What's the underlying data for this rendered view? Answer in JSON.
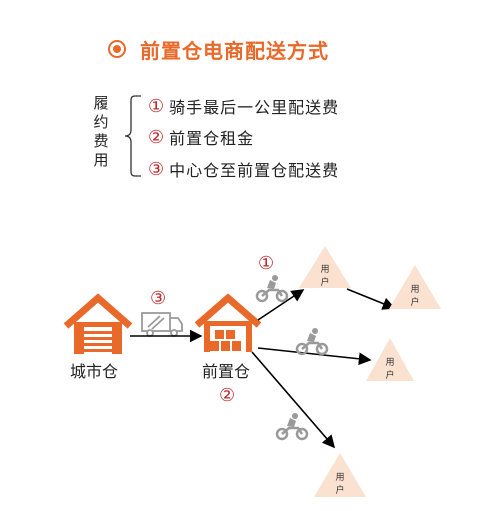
{
  "title": "前置仓电商配送方式",
  "fee_label_chars": [
    "履",
    "约",
    "费",
    "用"
  ],
  "fees": [
    {
      "num": "①",
      "text": "骑手最后一公里配送费"
    },
    {
      "num": "②",
      "text": "前置仓租金"
    },
    {
      "num": "③",
      "text": "中心仓至前置仓配送费"
    }
  ],
  "diagram": {
    "city_warehouse_label": "城市仓",
    "front_warehouse_label": "前置仓",
    "transport_marker": "③",
    "rent_marker": "②",
    "rider_marker": "①",
    "user_chars": [
      "用",
      "户"
    ],
    "colors": {
      "accent": "#e8692a",
      "marker": "#c0282d",
      "user_fill": "#fbe1cf",
      "icon_grey": "#9a9a9a"
    }
  }
}
